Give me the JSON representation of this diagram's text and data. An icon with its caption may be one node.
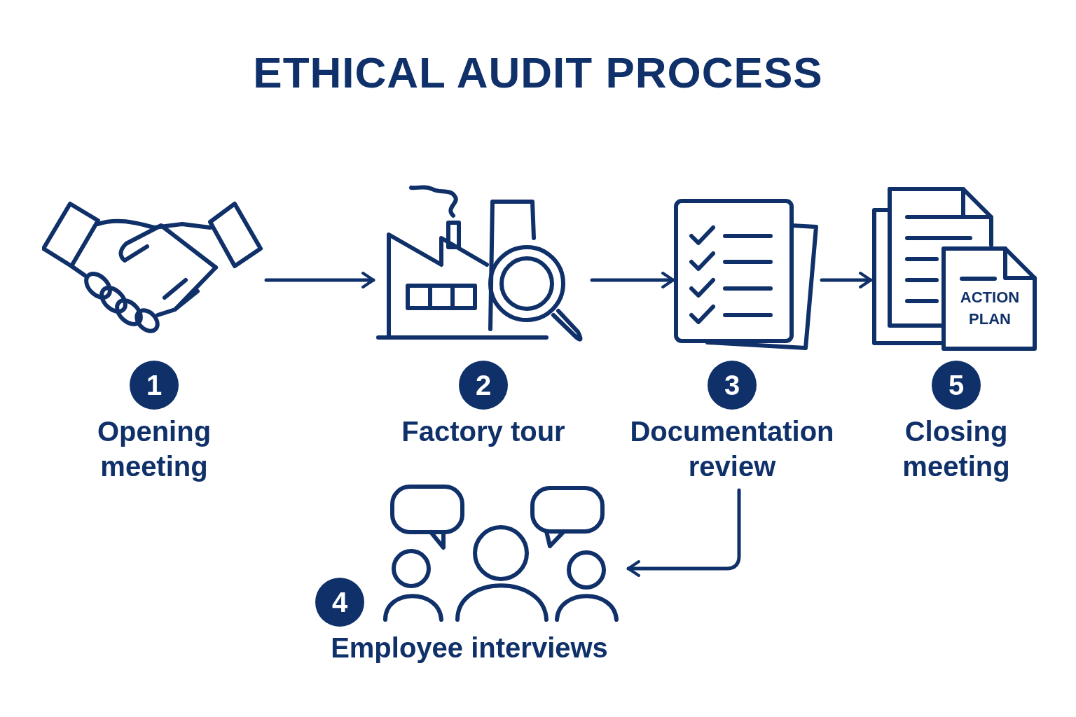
{
  "diagram": {
    "title": "ETHICAL AUDIT PROCESS",
    "nodes": [
      {
        "text": [
          "1",
          "Opening meeting"
        ]
      },
      {
        "text": [
          "2",
          "Factory tour"
        ]
      },
      {
        "text": [
          "3",
          "Documentation review"
        ]
      },
      {
        "text": [
          "5",
          "Closing meeting"
        ]
      },
      {
        "text": [
          "4",
          "Employee interviews"
        ]
      }
    ],
    "edges": [
      {
        "from": 0,
        "to": 1,
        "arrow": "to"
      },
      {
        "from": 1,
        "to": 2,
        "arrow": "to"
      },
      {
        "from": 2,
        "to": 3,
        "arrow": "to"
      },
      {
        "from": 2,
        "to": 4,
        "arrow": "to"
      }
    ],
    "labels": [
      "ACTION PLAN"
    ]
  }
}
